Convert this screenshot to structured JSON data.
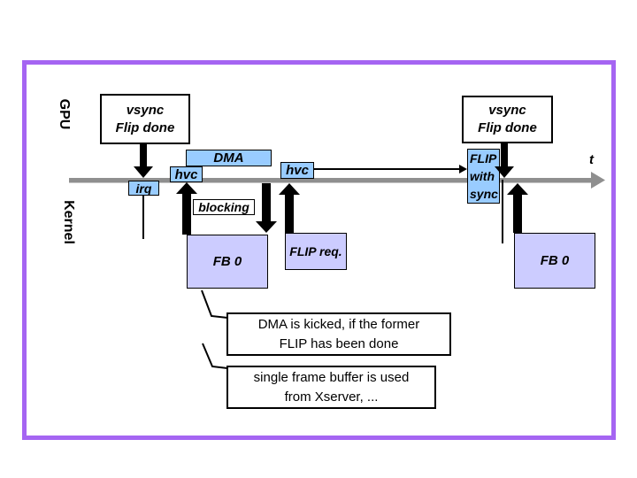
{
  "colors": {
    "frame": "#a565f2",
    "event_blue": "#99ccff",
    "buffer_lavender": "#ccccff",
    "timeline_gray": "#8f8f8f",
    "ink": "#000000"
  },
  "lanes": {
    "gpu": "GPU",
    "kernel": "Kernel"
  },
  "timeline": {
    "t_label": "t"
  },
  "gpu_events": {
    "vsync_left": {
      "line1": "vsync",
      "line2": "Flip done"
    },
    "vsync_right": {
      "line1": "vsync",
      "line2": "Flip done"
    },
    "dma": "DMA",
    "hvc_first": "hvc",
    "hvc_second": "hvc",
    "flip_with_sync": {
      "line1": "FLIP",
      "line2": "with",
      "line3": "sync"
    }
  },
  "kernel_events": {
    "irq": "irq",
    "blocking": "blocking",
    "fb0_left": "FB 0",
    "flip_req": "FLIP req.",
    "fb0_right": "FB 0"
  },
  "callouts": [
    {
      "line1": "DMA is kicked, if the former",
      "line2": "FLIP has been done"
    },
    {
      "line1": "single frame buffer is used",
      "line2": "from Xserver, ..."
    }
  ]
}
